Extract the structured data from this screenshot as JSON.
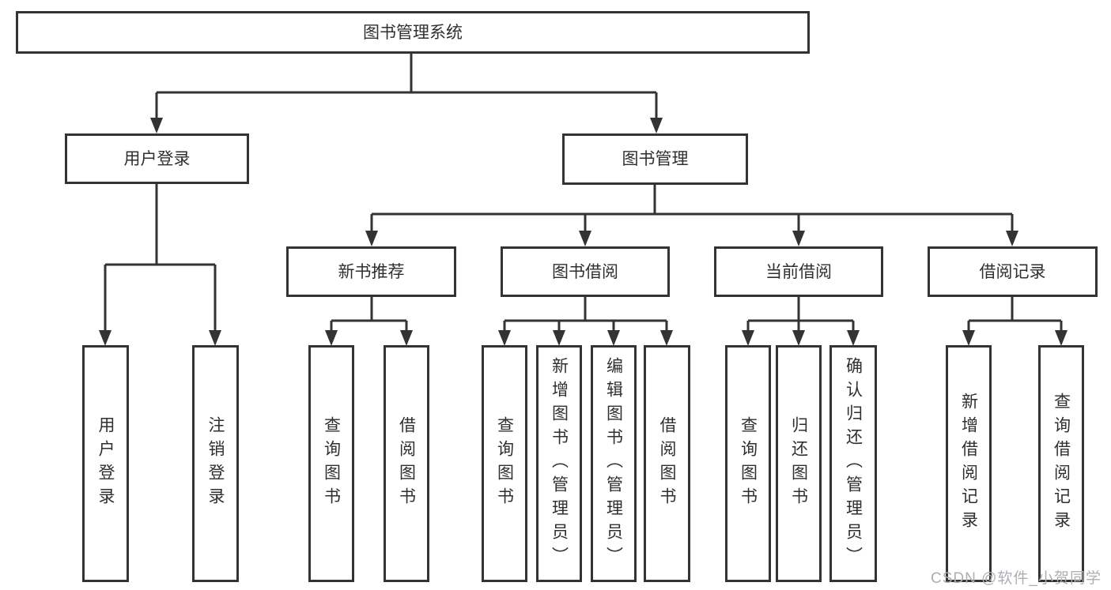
{
  "diagram": {
    "root": "图书管理系统",
    "branches": {
      "user_login": {
        "label": "用户登录",
        "children": [
          "用户登录",
          "注销登录"
        ]
      },
      "book_mgmt": {
        "label": "图书管理",
        "sections": [
          {
            "label": "新书推荐",
            "children": [
              "查询图书",
              "借阅图书"
            ]
          },
          {
            "label": "图书借阅",
            "children": [
              "查询图书",
              "新增图书（管理员）",
              "编辑图书（管理员）",
              "借阅图书"
            ]
          },
          {
            "label": "当前借阅",
            "children": [
              "查询图书",
              "归还图书",
              "确认归还（管理员）"
            ]
          },
          {
            "label": "借阅记录",
            "children": [
              "新增借阅记录",
              "查询借阅记录"
            ]
          }
        ]
      }
    }
  },
  "watermark": "CSDN @软件_小贺同学",
  "colors": {
    "line": "#333333",
    "text": "#2f2f2f",
    "watermark": "#aeaeb4",
    "background": "#ffffff"
  }
}
